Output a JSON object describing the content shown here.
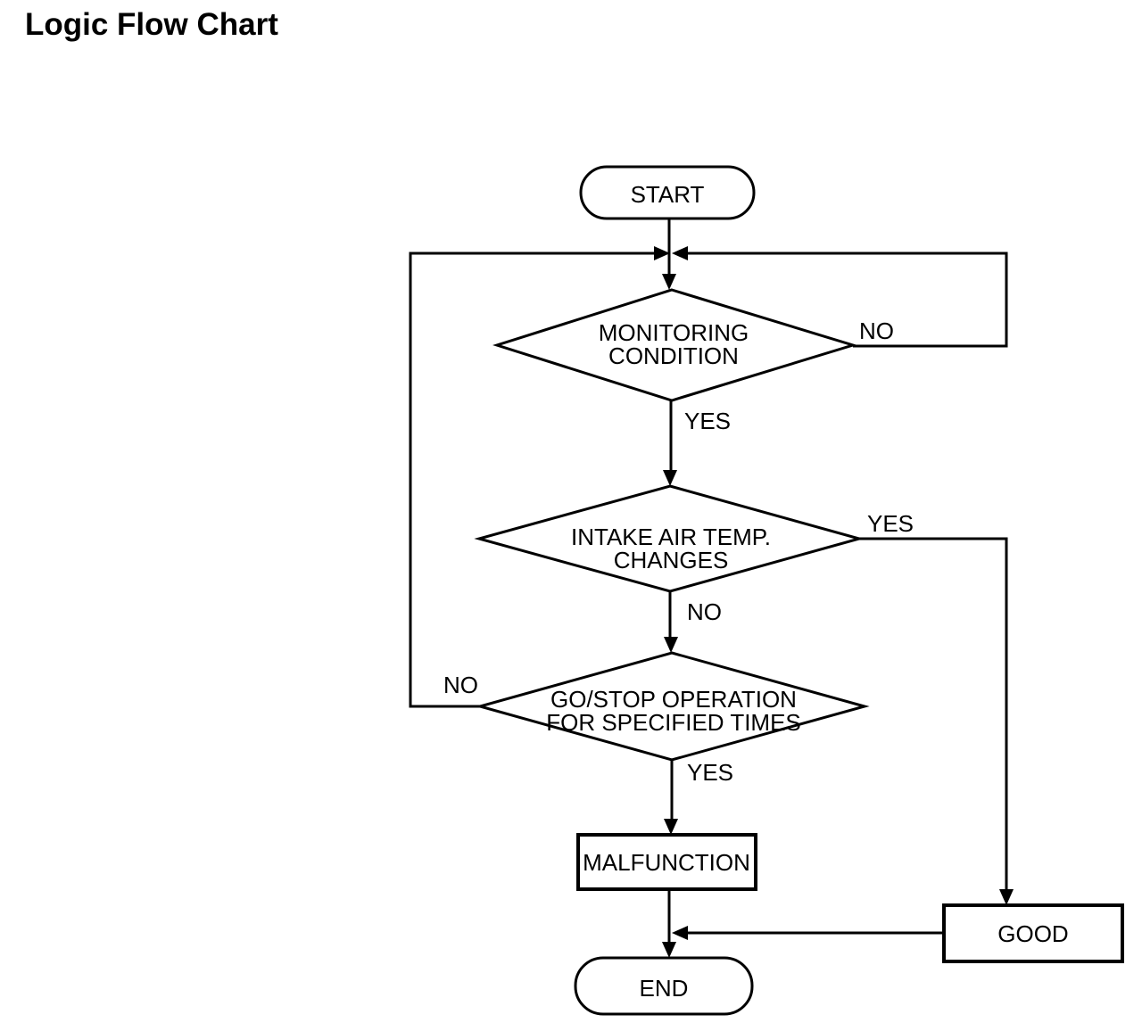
{
  "page": {
    "title": "Logic Flow Chart",
    "background": "#ffffff"
  },
  "colors": {
    "line": "#000000",
    "text": "#000000",
    "node_fill": "#ffffff"
  },
  "flowchart": {
    "nodes": {
      "start": {
        "shape": "terminator",
        "label": "START"
      },
      "monitoring_condition": {
        "shape": "decision",
        "line1": "MONITORING",
        "line2": "CONDITION"
      },
      "intake_air_temp": {
        "shape": "decision",
        "line1": "INTAKE AIR TEMP.",
        "line2": "CHANGES"
      },
      "go_stop_operation": {
        "shape": "decision",
        "line1": "GO/STOP OPERATION",
        "line2": "FOR SPECIFIED TIMES"
      },
      "malfunction": {
        "shape": "process",
        "label": "MALFUNCTION"
      },
      "good": {
        "shape": "process",
        "label": "GOOD"
      },
      "end": {
        "shape": "terminator",
        "label": "END"
      }
    },
    "labels": {
      "monitoring_no": "NO",
      "monitoring_yes": "YES",
      "intake_yes": "YES",
      "intake_no": "NO",
      "go_stop_no": "NO",
      "go_stop_yes": "YES"
    },
    "edges": [
      {
        "from": "start",
        "to": "monitoring_condition",
        "label": ""
      },
      {
        "from": "monitoring_condition",
        "to": "junction_above_monitoring",
        "label": "NO"
      },
      {
        "from": "monitoring_condition",
        "to": "intake_air_temp",
        "label": "YES"
      },
      {
        "from": "intake_air_temp",
        "to": "good",
        "label": "YES"
      },
      {
        "from": "intake_air_temp",
        "to": "go_stop_operation",
        "label": "NO"
      },
      {
        "from": "go_stop_operation",
        "to": "junction_above_monitoring",
        "label": "NO"
      },
      {
        "from": "go_stop_operation",
        "to": "malfunction",
        "label": "YES"
      },
      {
        "from": "malfunction",
        "to": "end",
        "label": ""
      },
      {
        "from": "good",
        "to": "end",
        "label": ""
      }
    ]
  }
}
